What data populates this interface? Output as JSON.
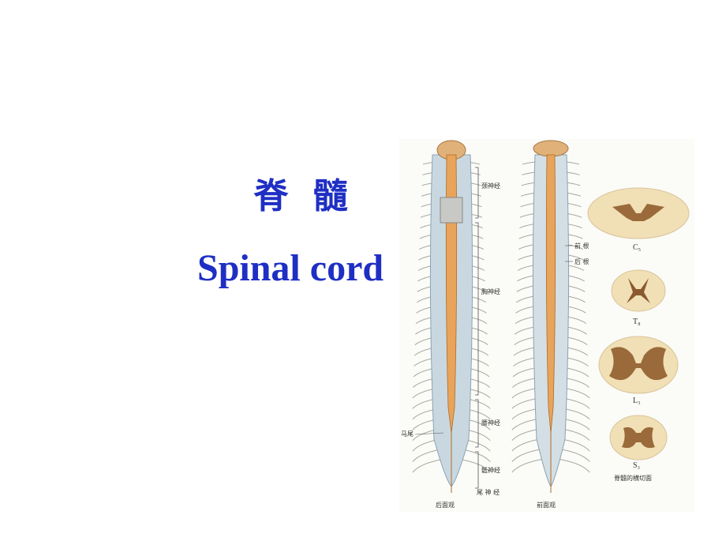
{
  "slide": {
    "title_cn": "脊 髓",
    "title_en": "Spinal cord"
  },
  "figure": {
    "posterior_view": {
      "caption": "后面观",
      "labels": {
        "cervical": "颈神经",
        "thoracic": "胸神经",
        "lumbar": "腰神经",
        "sacral": "骶神经",
        "cauda_equina": "马尾",
        "coccygeal": "尾 神 经"
      }
    },
    "anterior_view": {
      "caption": "前面观",
      "labels": {
        "anterior_root": "前 根",
        "posterior_root": "后 根"
      }
    },
    "cross_sections": {
      "caption": "脊髓的横切面",
      "items": [
        {
          "label": "C₅"
        },
        {
          "label": "T₈"
        },
        {
          "label": "L₃"
        },
        {
          "label": "S₃"
        }
      ]
    },
    "colors": {
      "cord": "#e8a45a",
      "dura": "#b9cbd6",
      "nerve": "#a6a89a",
      "white_matter": "#f1dfb5",
      "grey_matter": "#9a6a3a",
      "title": "#1f2fc4"
    }
  }
}
